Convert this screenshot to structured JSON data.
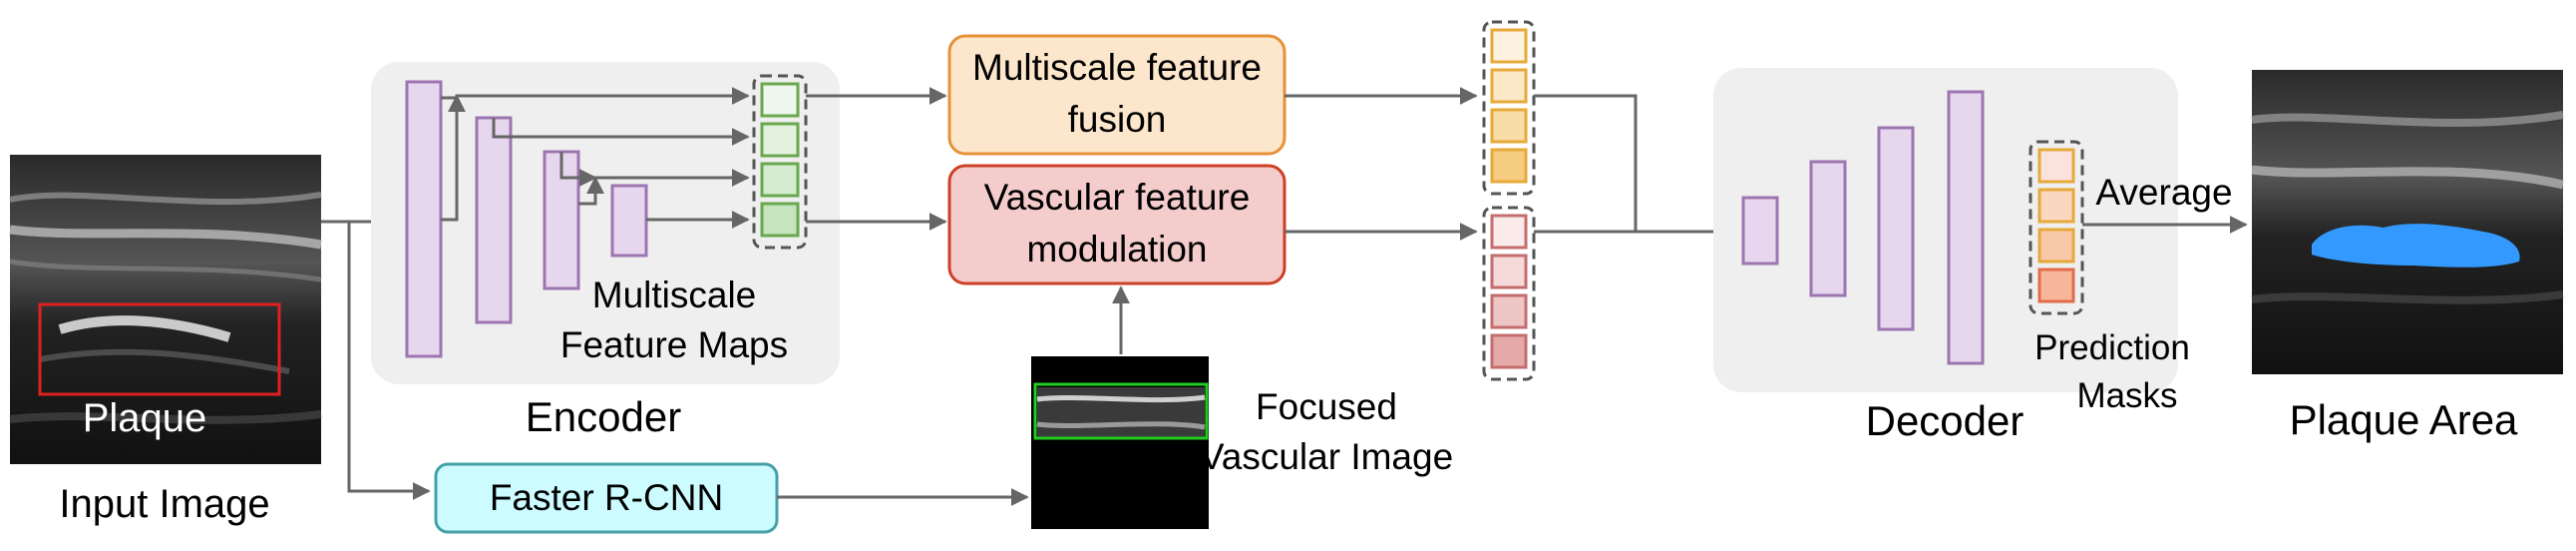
{
  "labels": {
    "input_image": "Input Image",
    "plaque": "Plaque",
    "encoder": "Encoder",
    "multiscale_feature_maps_line1": "Multiscale",
    "multiscale_feature_maps_line2": "Feature Maps",
    "fusion_line1": "Multiscale feature",
    "fusion_line2": "fusion",
    "modulation_line1": "Vascular feature",
    "modulation_line2": "modulation",
    "faster_rcnn": "Faster R-CNN",
    "focused_line1": "Focused",
    "focused_line2": "Vascular Image",
    "decoder": "Decoder",
    "average": "Average",
    "prediction_line1": "Prediction",
    "prediction_line2": "Masks",
    "plaque_area": "Plaque Area"
  },
  "colors": {
    "encoder_bar": "#e6d7ee",
    "encoder_bar_border": "#9d75b0",
    "panel_bg": "#efefef",
    "feature_map_fill": "#d9edd4",
    "feature_map_border": "#6aa84f",
    "fusion_fill": "#fde7cc",
    "fusion_border": "#e69138",
    "modulation_fill": "#f4cccc",
    "modulation_border": "#cc4125",
    "faster_rcnn_fill": "#ccfcff",
    "faster_rcnn_border": "#45a0a8",
    "plaque_box": "#e02020",
    "focus_box": "#22cc22",
    "segmentation_blue": "#3399ff",
    "arrow": "#666666"
  }
}
